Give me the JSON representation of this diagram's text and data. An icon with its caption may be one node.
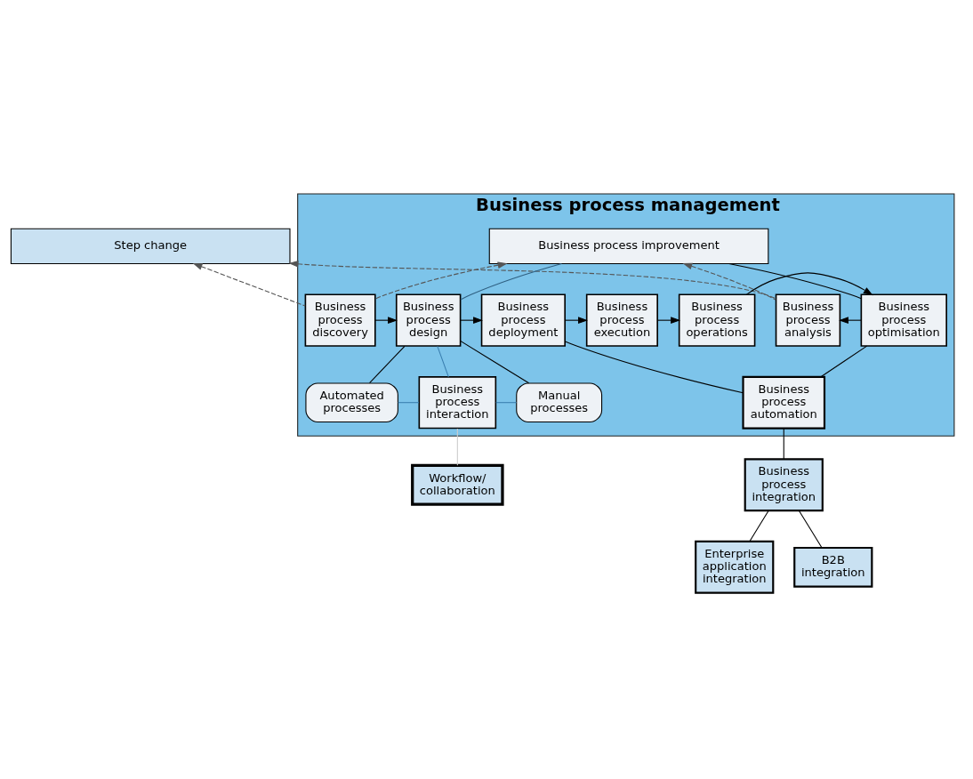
{
  "diagram": {
    "nodes": [
      {
        "text": [
          "Step change"
        ]
      },
      {
        "text": [
          "Business process management"
        ]
      },
      {
        "text": [
          "Business process improvement"
        ],
        "in": 1
      },
      {
        "text": [
          "Business process discovery"
        ],
        "in": 1
      },
      {
        "text": [
          "Business process design"
        ],
        "in": 1
      },
      {
        "text": [
          "Business process deployment"
        ],
        "in": 1
      },
      {
        "text": [
          "Business process execution"
        ],
        "in": 1
      },
      {
        "text": [
          "Business process operations"
        ],
        "in": 1
      },
      {
        "text": [
          "Business process optimisation"
        ],
        "in": 1
      },
      {
        "text": [
          "Business process analysis"
        ],
        "in": 1
      },
      {
        "text": [
          "Automated processes"
        ],
        "in": 1
      },
      {
        "text": [
          "Business process interaction"
        ],
        "in": 1
      },
      {
        "text": [
          "Manual processes"
        ],
        "in": 1
      },
      {
        "text": [
          "Business process automation"
        ],
        "in": 1
      },
      {
        "text": [
          "Workflow/ collaboration"
        ]
      },
      {
        "text": [
          "Business process integration"
        ]
      },
      {
        "text": [
          "Enterprise application integration"
        ]
      },
      {
        "text": [
          "B2B integration"
        ]
      }
    ],
    "edges": [
      {
        "from": 3,
        "to": 0,
        "arrow": "to",
        "style": "dashed"
      },
      {
        "from": 3,
        "to": 2,
        "arrow": "to",
        "style": "dashed"
      },
      {
        "from": 9,
        "to": 0,
        "arrow": "to",
        "style": "dashed"
      },
      {
        "from": 9,
        "to": 2,
        "arrow": "to",
        "style": "dashed"
      },
      {
        "from": 3,
        "to": 4,
        "arrow": "to"
      },
      {
        "from": 4,
        "to": 5,
        "arrow": "to"
      },
      {
        "from": 5,
        "to": 6,
        "arrow": "to"
      },
      {
        "from": 6,
        "to": 7,
        "arrow": "to"
      },
      {
        "from": 7,
        "to": 8,
        "arrow": "to"
      },
      {
        "from": 8,
        "to": 9,
        "arrow": "to"
      },
      {
        "from": 4,
        "to": 2,
        "arrow": "none",
        "color": "#2f5f80"
      },
      {
        "from": 8,
        "to": 2,
        "arrow": "none"
      },
      {
        "from": 5,
        "to": 13,
        "arrow": "none"
      },
      {
        "from": 8,
        "to": 13,
        "arrow": "none"
      },
      {
        "from": 4,
        "to": 11,
        "arrow": "none",
        "color": "#3a7fb0"
      },
      {
        "from": 4,
        "to": 10,
        "arrow": "none"
      },
      {
        "from": 4,
        "to": 12,
        "arrow": "none"
      },
      {
        "from": 10,
        "to": 11,
        "arrow": "none",
        "color": "#3a7fb0"
      },
      {
        "from": 11,
        "to": 12,
        "arrow": "none",
        "color": "#3a7fb0"
      },
      {
        "from": 11,
        "to": 14,
        "arrow": "none",
        "color": "#cccccc"
      },
      {
        "from": 13,
        "to": 15,
        "arrow": "none"
      },
      {
        "from": 15,
        "to": 16,
        "arrow": "none"
      },
      {
        "from": 15,
        "to": 17,
        "arrow": "none"
      }
    ]
  }
}
